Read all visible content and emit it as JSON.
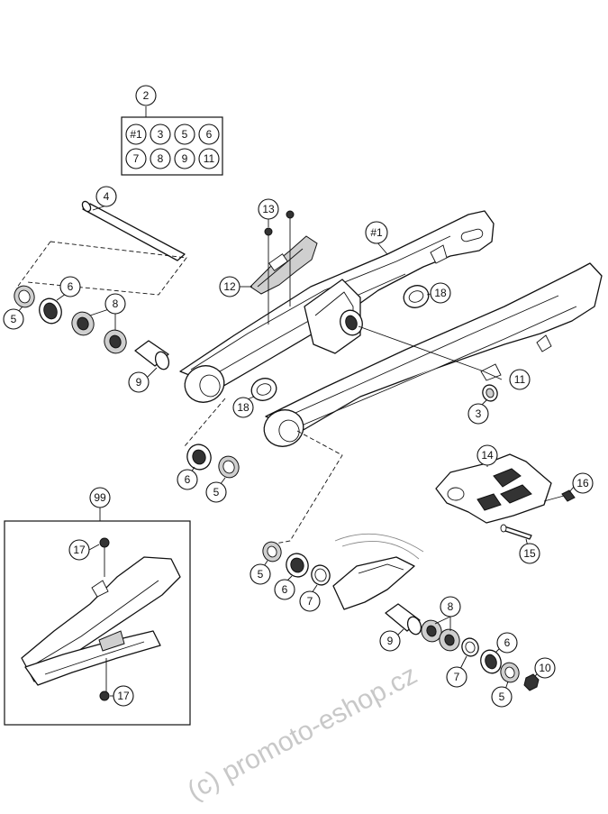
{
  "kit": {
    "callout": "2",
    "members": [
      "#1",
      "3",
      "5",
      "6",
      "7",
      "8",
      "9",
      "11"
    ]
  },
  "callouts": {
    "axle": "4",
    "bolt_upper": "13",
    "swingarm": "#1",
    "chain_slider": "12",
    "bushing_upper": "18",
    "bushing_lower": "18",
    "bearing_left": "8",
    "seal_left": "6",
    "cap_left": "5",
    "sleeve_left": "9",
    "pin": "11",
    "collar": "3",
    "seal_mid": "6",
    "cap_mid": "5",
    "chain_guide": "14",
    "guide_bolt": "16",
    "guide_screw": "15",
    "cap_low": "5",
    "seal_low": "6",
    "washer_low": "7",
    "bearing_right": "8",
    "sleeve_right": "9",
    "washer_right": "7",
    "seal_right": "6",
    "cap_right": "5",
    "nut": "10",
    "guard_set": "99",
    "screw_top": "17",
    "screw_bottom": "17"
  },
  "watermark": "(c) promoto-eshop.cz"
}
